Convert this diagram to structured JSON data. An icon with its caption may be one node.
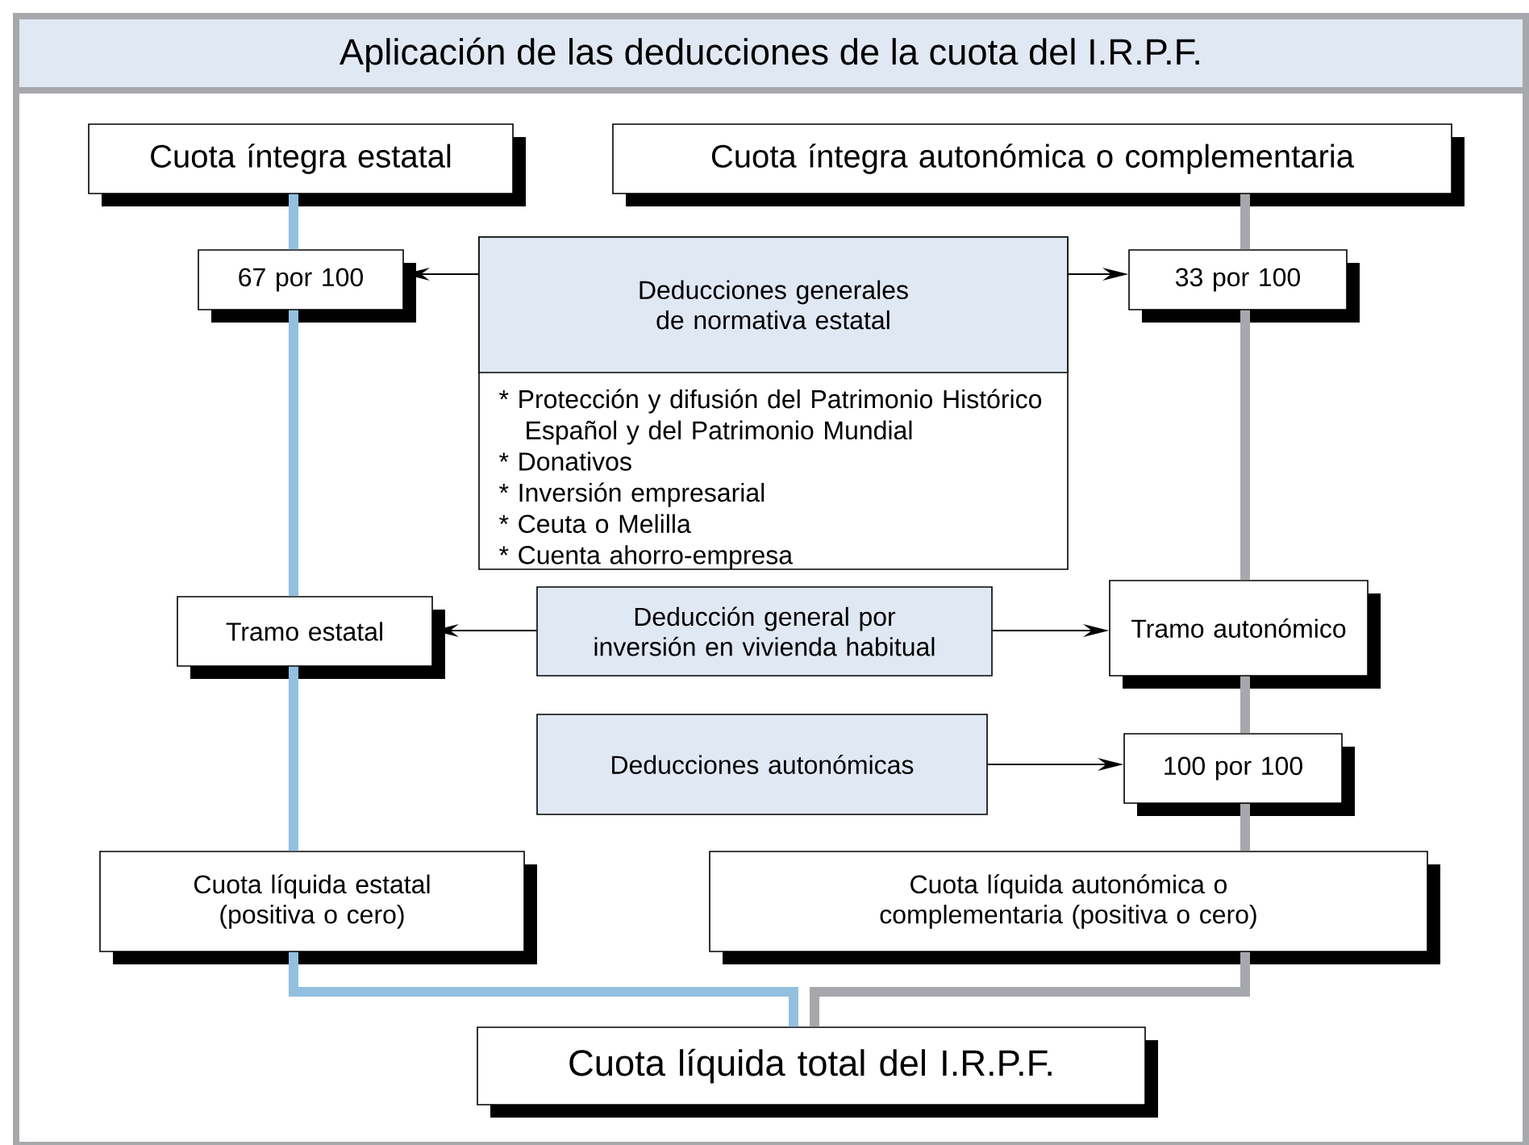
{
  "diagram": {
    "title": "Aplicación de las deducciones de la cuota del I.R.P.F.",
    "nodes": [
      {
        "text": [
          "Cuota íntegra estatal"
        ]
      },
      {
        "text": [
          "Cuota íntegra autonómica o complementaria"
        ]
      },
      {
        "text": [
          "67 por 100"
        ]
      },
      {
        "text": [
          "Deducciones generales de normativa estatal",
          "* Protección y difusión del Patrimonio Histórico Español y del Patrimonio Mundial",
          "* Donativos",
          "* Inversión empresarial",
          "* Ceuta o Melilla",
          "* Cuenta ahorro-empresa"
        ]
      },
      {
        "text": [
          "33 por 100"
        ]
      },
      {
        "text": [
          "Tramo estatal"
        ]
      },
      {
        "text": [
          "Deducción general por inversión en vivienda habitual"
        ]
      },
      {
        "text": [
          "Tramo autonómico"
        ]
      },
      {
        "text": [
          "Deducciones autonómicas"
        ]
      },
      {
        "text": [
          "100 por 100"
        ]
      },
      {
        "text": [
          "Cuota líquida estatal (positiva o cero)"
        ]
      },
      {
        "text": [
          "Cuota líquida autonómica o complementaria (positiva o cero)"
        ]
      },
      {
        "text": [
          "Cuota líquida total del I.R.P.F."
        ]
      }
    ],
    "edges": [
      {
        "from": 0,
        "to": 2,
        "arrow": "none",
        "color": "#93c0e0"
      },
      {
        "from": 2,
        "to": 5,
        "arrow": "none",
        "color": "#93c0e0"
      },
      {
        "from": 5,
        "to": 10,
        "arrow": "none",
        "color": "#93c0e0"
      },
      {
        "from": 10,
        "to": 12,
        "arrow": "none",
        "color": "#93c0e0"
      },
      {
        "from": 1,
        "to": 4,
        "arrow": "none",
        "color": "#a7a8ac"
      },
      {
        "from": 4,
        "to": 7,
        "arrow": "none",
        "color": "#a7a8ac"
      },
      {
        "from": 7,
        "to": 9,
        "arrow": "none",
        "color": "#a7a8ac"
      },
      {
        "from": 9,
        "to": 11,
        "arrow": "none",
        "color": "#a7a8ac"
      },
      {
        "from": 11,
        "to": 12,
        "arrow": "none",
        "color": "#a7a8ac"
      },
      {
        "from": 3,
        "to": 2,
        "arrow": "to",
        "color": "#000000"
      },
      {
        "from": 3,
        "to": 4,
        "arrow": "to",
        "color": "#000000"
      },
      {
        "from": 6,
        "to": 5,
        "arrow": "to",
        "color": "#000000"
      },
      {
        "from": 6,
        "to": 7,
        "arrow": "to",
        "color": "#000000"
      },
      {
        "from": 8,
        "to": 9,
        "arrow": "to",
        "color": "#000000"
      }
    ]
  }
}
